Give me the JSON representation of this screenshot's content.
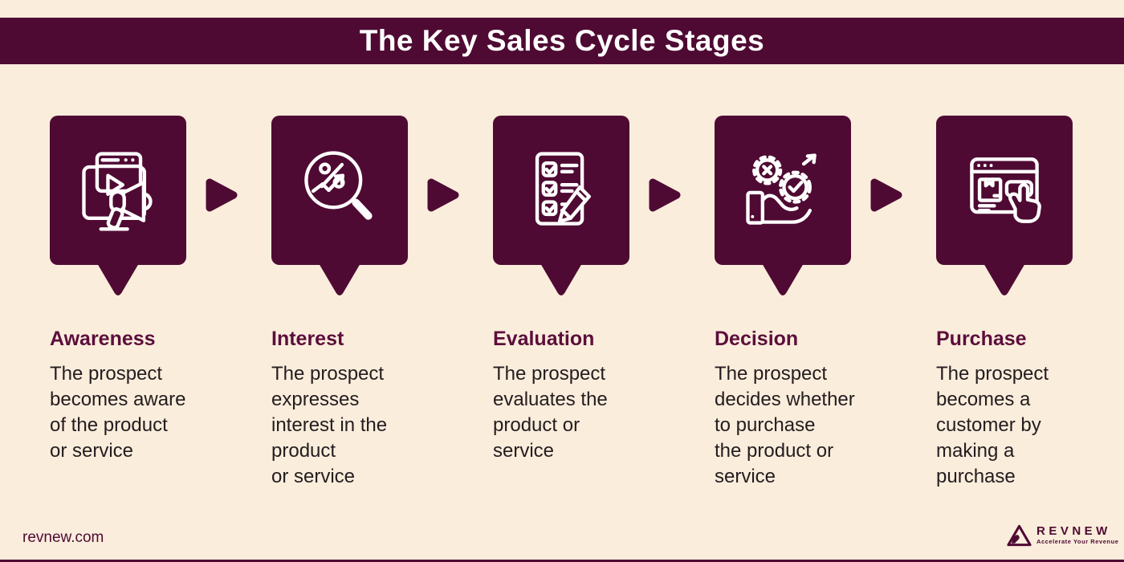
{
  "header": {
    "title": "The Key Sales Cycle Stages"
  },
  "stages": [
    {
      "title": "Awareness",
      "description": "The prospect\nbecomes aware\nof the product\nor service",
      "icon": "megaphone-monitor-icon"
    },
    {
      "title": "Interest",
      "description": "The prospect\nexpresses\ninterest in the\nproduct\nor service",
      "icon": "magnifier-growth-icon"
    },
    {
      "title": "Evaluation",
      "description": "The prospect\nevaluates the\nproduct or\nservice",
      "icon": "checklist-pencil-icon"
    },
    {
      "title": "Decision",
      "description": "The prospect\ndecides whether\nto purchase\nthe product or\nservice",
      "icon": "hand-gears-icon"
    },
    {
      "title": "Purchase",
      "description": "The prospect\nbecomes a\ncustomer by\nmaking a\npurchase",
      "icon": "buy-click-icon"
    }
  ],
  "footer": {
    "website": "revnew.com",
    "brand_name": "REVNEW",
    "brand_tagline": "Accelerate Your Revenue"
  },
  "colors": {
    "background": "#FAEDDC",
    "maroon": "#4F0A33",
    "heading": "#5C0E3B",
    "body_text": "#241C1E",
    "icon_stroke": "#FFFFFF"
  }
}
